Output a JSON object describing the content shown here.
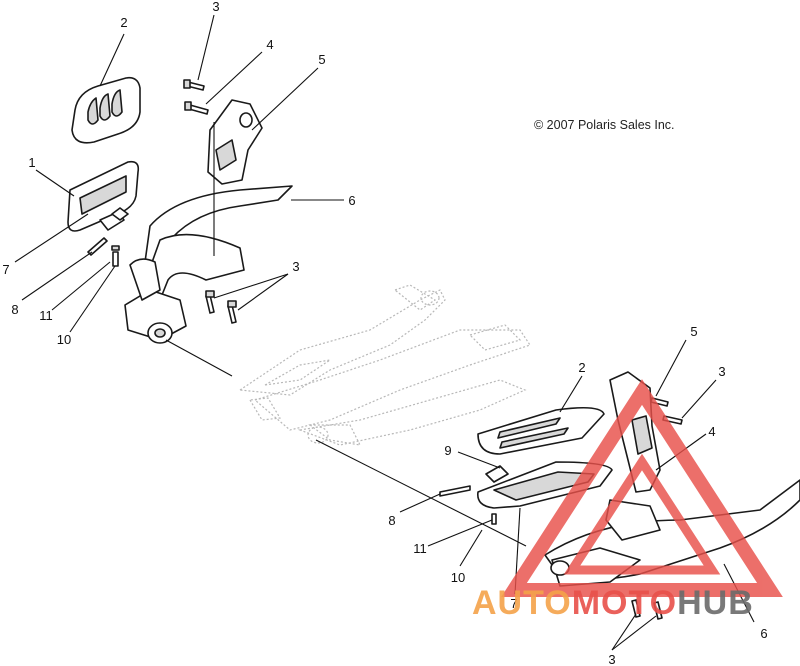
{
  "copyright": "© 2007 Polaris Sales Inc.",
  "watermark": {
    "word1": "AUTO",
    "word2": "MOTO",
    "word3": "HUB",
    "colors": {
      "red": "#e8504a",
      "orange": "#f4a24a",
      "gray": "#6b6b6b"
    }
  },
  "callouts": {
    "upper": [
      "2",
      "3",
      "4",
      "5",
      "1",
      "6",
      "7",
      "3",
      "8",
      "11",
      "10"
    ],
    "lower": [
      "5",
      "2",
      "3",
      "4",
      "9",
      "8",
      "11",
      "10",
      "7",
      "6",
      "3"
    ]
  }
}
